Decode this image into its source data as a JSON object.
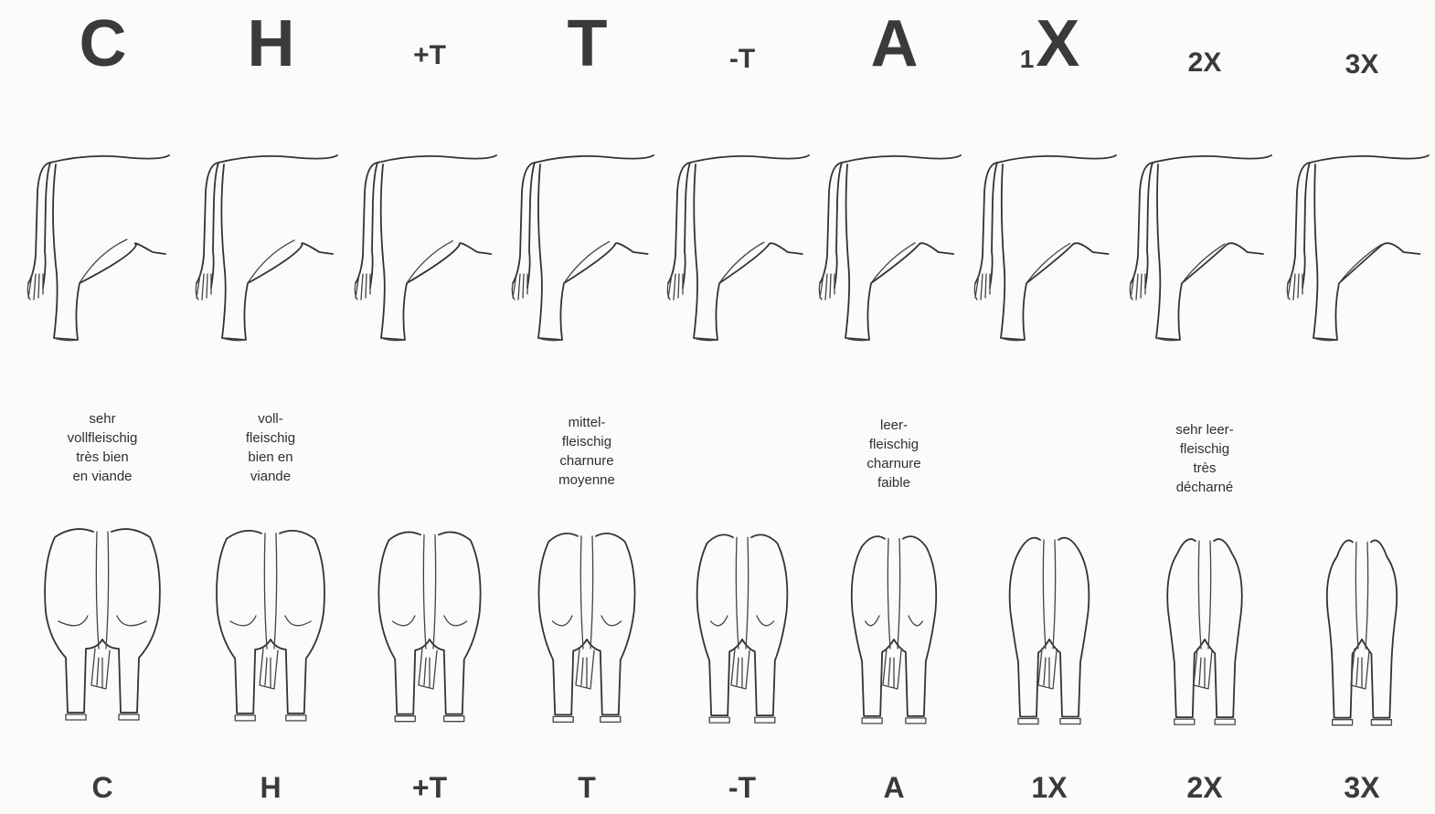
{
  "grades": [
    {
      "top": "C",
      "top_prefix": "",
      "top_size": "big",
      "bottom": "C",
      "desc": [
        "sehr",
        "vollfleischig",
        "très bien",
        "en viande"
      ],
      "fullness": 1.0
    },
    {
      "top": "H",
      "top_prefix": "",
      "top_size": "big",
      "bottom": "H",
      "desc": [
        "voll-",
        "fleischig",
        "bien en",
        "viande"
      ],
      "fullness": 0.85
    },
    {
      "top": "+T",
      "top_prefix": "",
      "top_size": "small",
      "bottom": "+T",
      "desc": [],
      "fullness": 0.72
    },
    {
      "top": "T",
      "top_prefix": "",
      "top_size": "big",
      "bottom": "T",
      "desc": [
        "mittel-",
        "fleischig",
        "charnure",
        "moyenne"
      ],
      "fullness": 0.6
    },
    {
      "top": "-T",
      "top_prefix": "",
      "top_size": "small",
      "bottom": "-T",
      "desc": [],
      "fullness": 0.48
    },
    {
      "top": "A",
      "top_prefix": "",
      "top_size": "big",
      "bottom": "A",
      "desc": [
        "leer-",
        "fleischig",
        "charnure",
        "faible"
      ],
      "fullness": 0.36
    },
    {
      "top": "X",
      "top_prefix": "1",
      "top_size": "big",
      "bottom": "1X",
      "desc": [],
      "fullness": 0.25
    },
    {
      "top": "2X",
      "top_prefix": "",
      "top_size": "small",
      "bottom": "2X",
      "desc": [
        "sehr leer-",
        "fleischig",
        "très",
        "décharné"
      ],
      "fullness": 0.15
    },
    {
      "top": "3X",
      "top_prefix": "",
      "top_size": "small",
      "bottom": "3X",
      "desc": [],
      "fullness": 0.05
    }
  ],
  "colors": {
    "ink": "#333333",
    "paper": "#fbfbfa"
  }
}
